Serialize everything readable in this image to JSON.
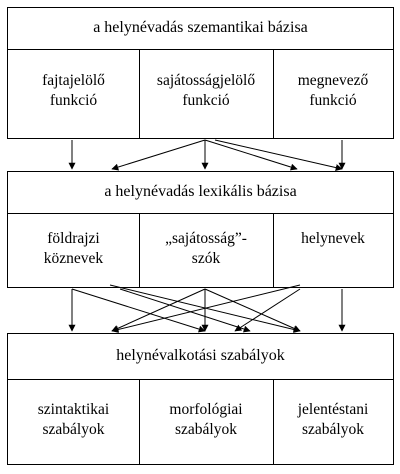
{
  "semantic": {
    "title": "a helynévadás szemantikai bázisa",
    "cells": [
      "fajtajelölő\nfunkció",
      "sajátosságjelölő\nfunkció",
      "megnevező\nfunkció"
    ]
  },
  "lexical": {
    "title": "a helynévadás lexikális bázisa",
    "cells": [
      "földrajzi\nköznevek",
      "„sajátosság”-\nszók",
      "helynevek"
    ]
  },
  "rules": {
    "title": "helynévalkotási szabályok",
    "cells": [
      "szintaktikai\nszabályok",
      "morfológiai\nszabályok",
      "jelentéstani\nszabályok"
    ]
  }
}
